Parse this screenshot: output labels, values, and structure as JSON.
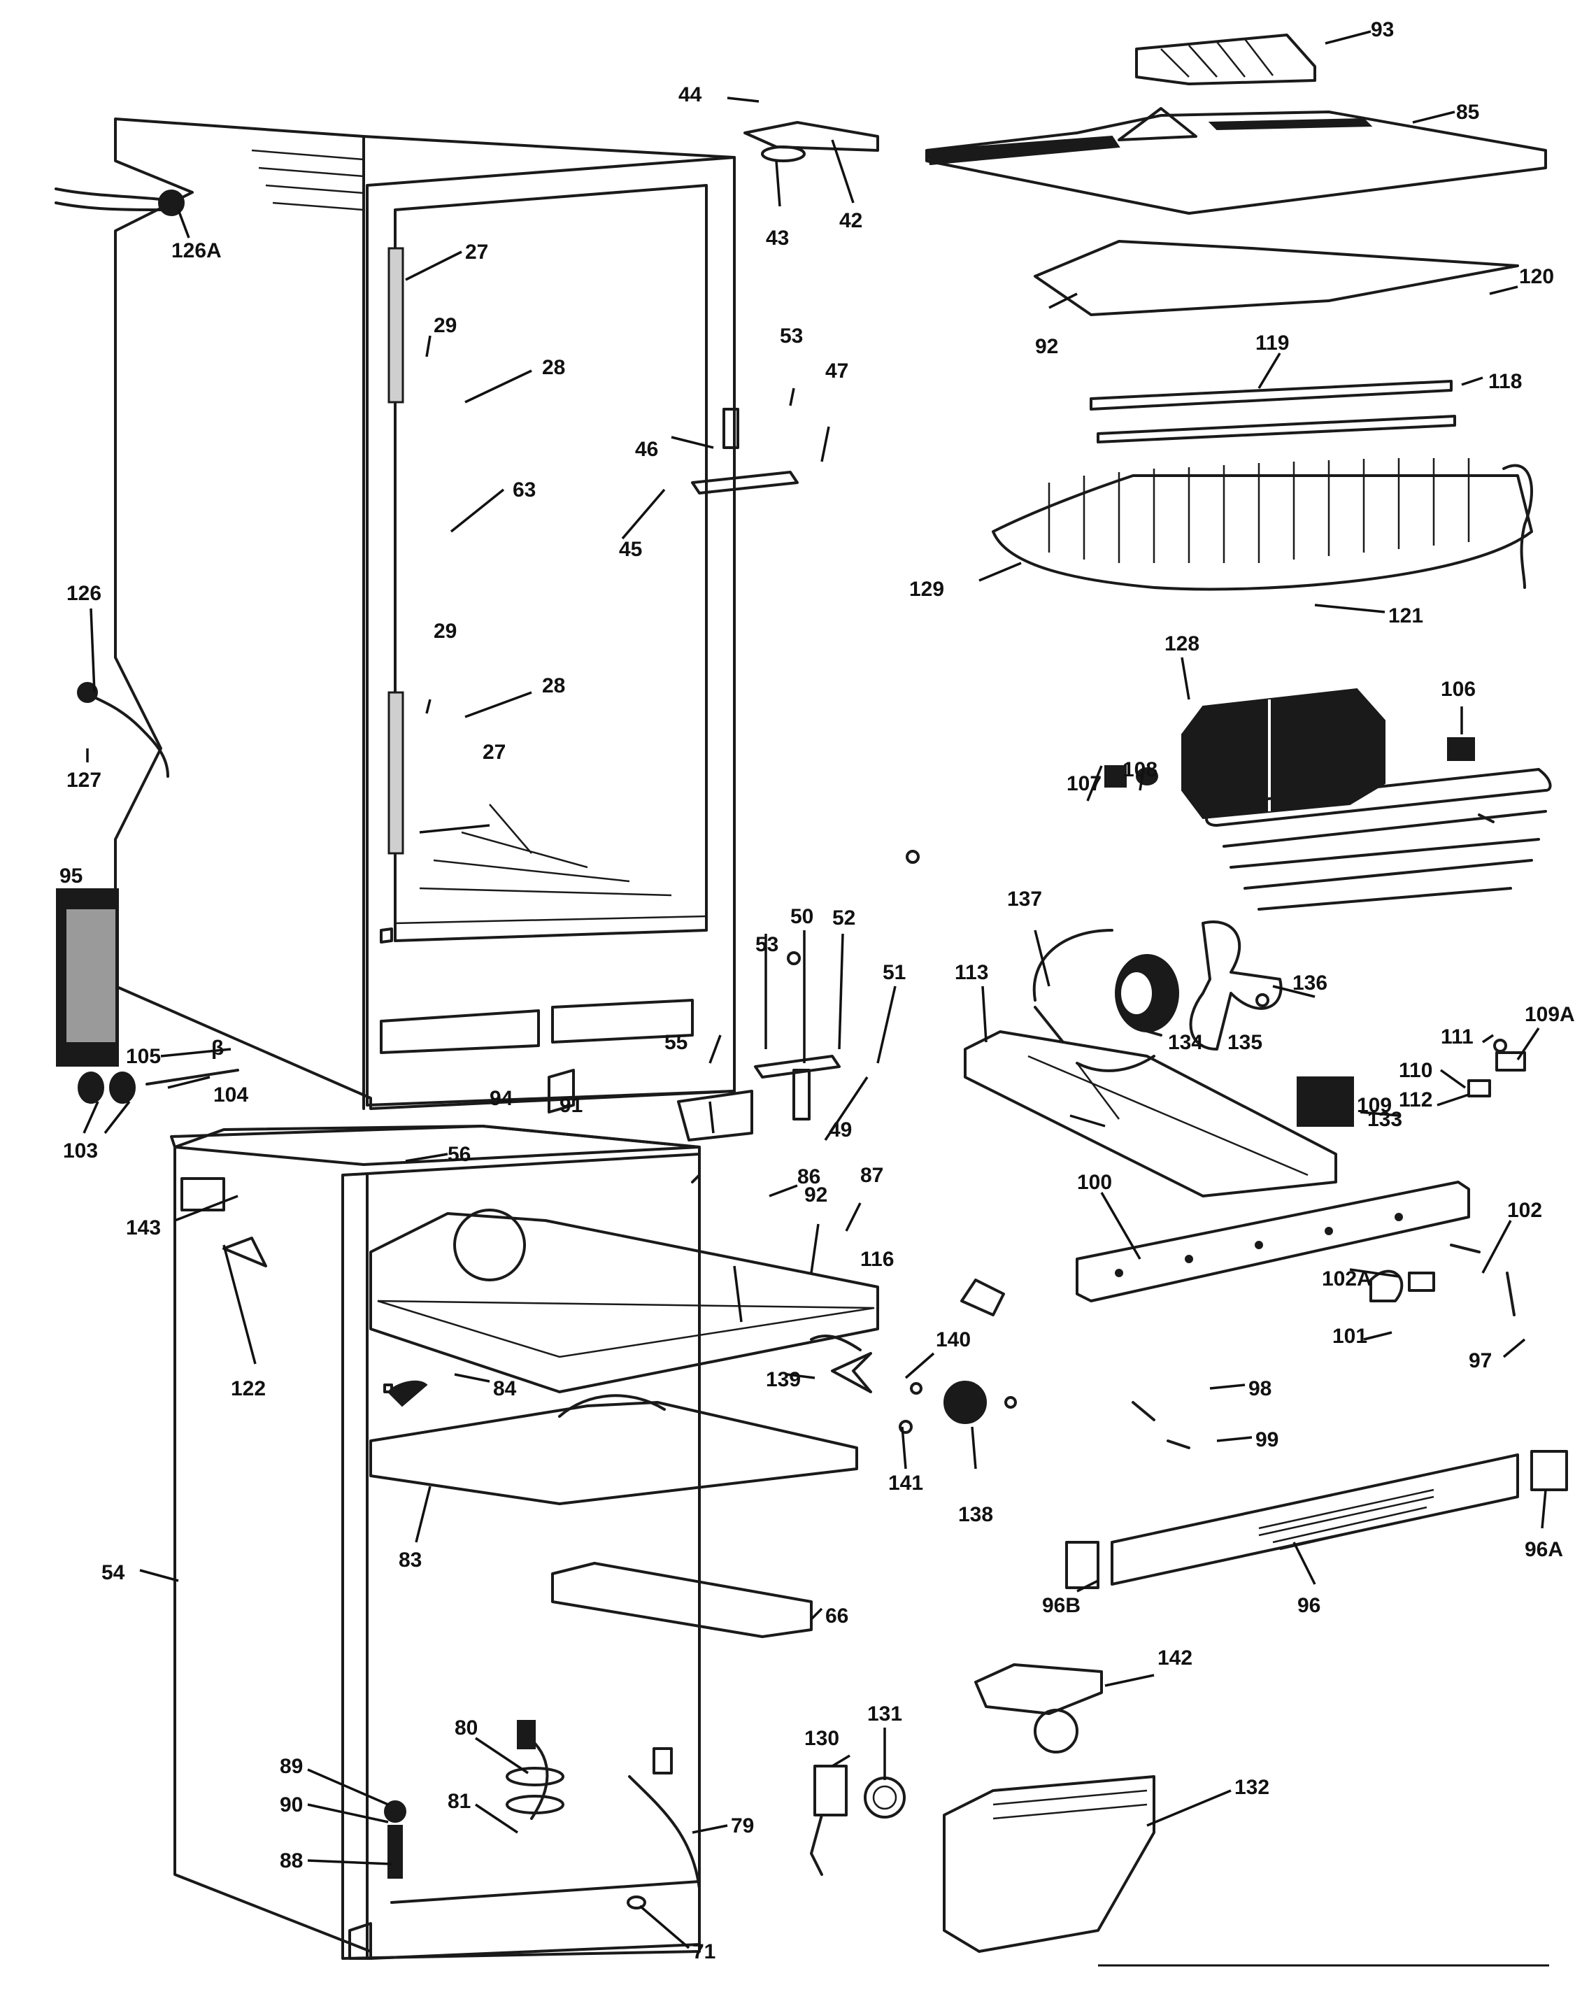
{
  "diagram": {
    "labels": {
      "p93": "93",
      "p85": "85",
      "p44": "44",
      "p42": "42",
      "p43": "43",
      "p126A": "126A",
      "p27a": "27",
      "p27b": "27",
      "p29a": "29",
      "p29b": "29",
      "p28a": "28",
      "p28b": "28",
      "p53a": "53",
      "p53b": "53",
      "p47": "47",
      "p46": "46",
      "p45": "45",
      "p63": "63",
      "p92a": "92",
      "p92b": "92",
      "p120": "120",
      "p119": "119",
      "p118": "118",
      "p129": "129",
      "p121": "121",
      "p126": "126",
      "p127": "127",
      "p128": "128",
      "p106": "106",
      "p107": "107",
      "p108": "108",
      "p95": "95",
      "p137": "137",
      "p113": "113",
      "p50": "50",
      "p52": "52",
      "p51": "51",
      "p134": "134",
      "p135": "135",
      "p136": "136",
      "p111": "111",
      "p109A": "109A",
      "p109": "109",
      "p110": "110",
      "p112": "112",
      "p105": "105",
      "p104": "104",
      "p103": "103",
      "p94": "94",
      "p91": "91",
      "p55": "55",
      "p49": "49",
      "p133": "133",
      "p56": "56",
      "p143": "143",
      "p86": "86",
      "p87": "87",
      "p100": "100",
      "p102": "102",
      "p102A": "102A",
      "p116": "116",
      "p101": "101",
      "p97": "97",
      "p122": "122",
      "p84": "84",
      "p140": "140",
      "p139": "139",
      "p98": "98",
      "p99": "99",
      "p141": "141",
      "p138": "138",
      "p83": "83",
      "p96A": "96A",
      "p96": "96",
      "p96B": "96B",
      "p54": "54",
      "p66": "66",
      "p142": "142",
      "p80": "80",
      "p130": "130",
      "p131": "131",
      "p89": "89",
      "p90": "90",
      "p81": "81",
      "p79": "79",
      "p132": "132",
      "p88": "88",
      "p71": "71",
      "pbeta": "β"
    }
  }
}
